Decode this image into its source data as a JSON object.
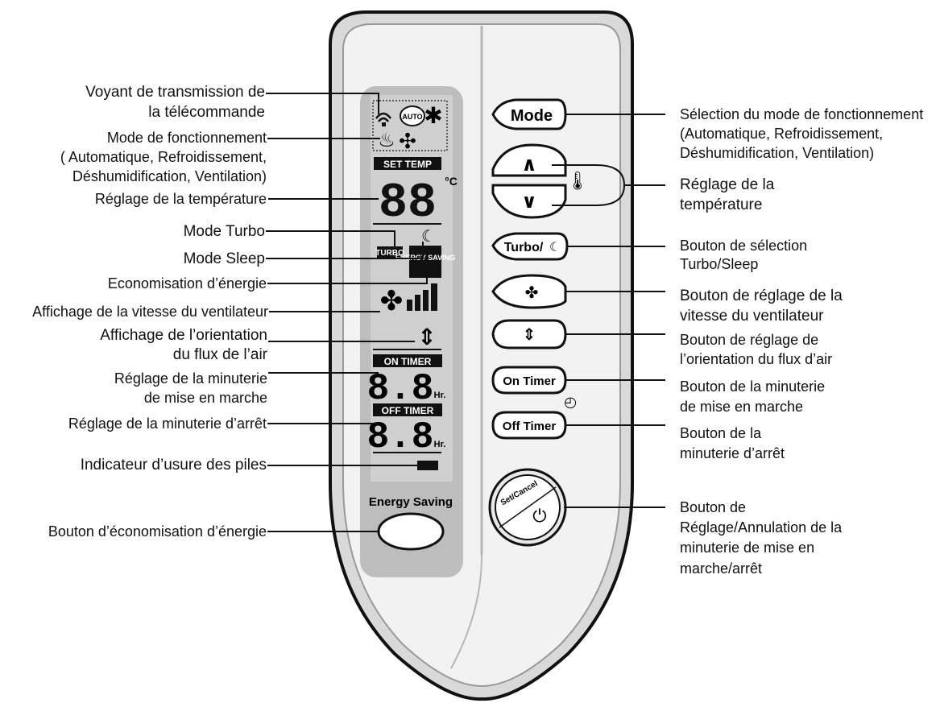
{
  "remote": {
    "lcd": {
      "set_temp": "SET TEMP",
      "temp_digits": "88",
      "celsius": "°C",
      "auto": "AUTO",
      "turbo": "TURBO",
      "energy_saving_lcd": "ENERGY SAVING",
      "on_timer": "ON TIMER",
      "off_timer": "OFF TIMER",
      "timer_digits": "8.8",
      "hr": "Hr."
    },
    "buttons": {
      "mode": "Mode",
      "turbo_sleep": "Turbo/",
      "on_timer": "On Timer",
      "off_timer": "Off Timer",
      "set_cancel": "Set/Cancel",
      "energy_saving": "Energy Saving"
    }
  },
  "left_labels": {
    "transmission": [
      "Voyant de transmission de",
      "la télécommande"
    ],
    "mode": [
      "Mode de fonctionnement",
      "( Automatique,  Refroidissement,",
      " Déshumidification,  Ventilation)"
    ],
    "temperature": "Réglage de la température",
    "turbo": "Mode Turbo",
    "sleep": "Mode Sleep",
    "energy": "Economisation d’énergie",
    "fan_speed": "Affichage de la vitesse du ventilateur",
    "airflow": [
      "Affichage de l’orientation",
      "du flux de l’air"
    ],
    "on_timer": [
      "Réglage de la minuterie",
      "de mise en marche"
    ],
    "off_timer": "Réglage de la minuterie d’arrêt",
    "battery": "Indicateur d’usure des piles",
    "energy_button": "Bouton d’économisation d’énergie"
  },
  "right_labels": {
    "mode": [
      "Sélection du mode de fonctionnement",
      "(Automatique, Refroidissement,",
      "Déshumidification, Ventilation)"
    ],
    "temperature": [
      "Réglage de la",
      "température"
    ],
    "turbo_sleep": [
      "Bouton de sélection",
      "Turbo/Sleep"
    ],
    "fan_speed": [
      "Bouton de réglage de la",
      "vitesse du ventilateur"
    ],
    "airflow": [
      "Bouton de réglage de",
      "l’orientation du flux d’air"
    ],
    "on_timer": [
      "Bouton de la minuterie",
      "de mise en marche"
    ],
    "off_timer": [
      "Bouton de la",
      "minuterie d’arrêt"
    ],
    "set_cancel": [
      "Bouton de",
      "Réglage/Annulation de la",
      "minuterie de mise en",
      "marche/arrêt"
    ]
  }
}
